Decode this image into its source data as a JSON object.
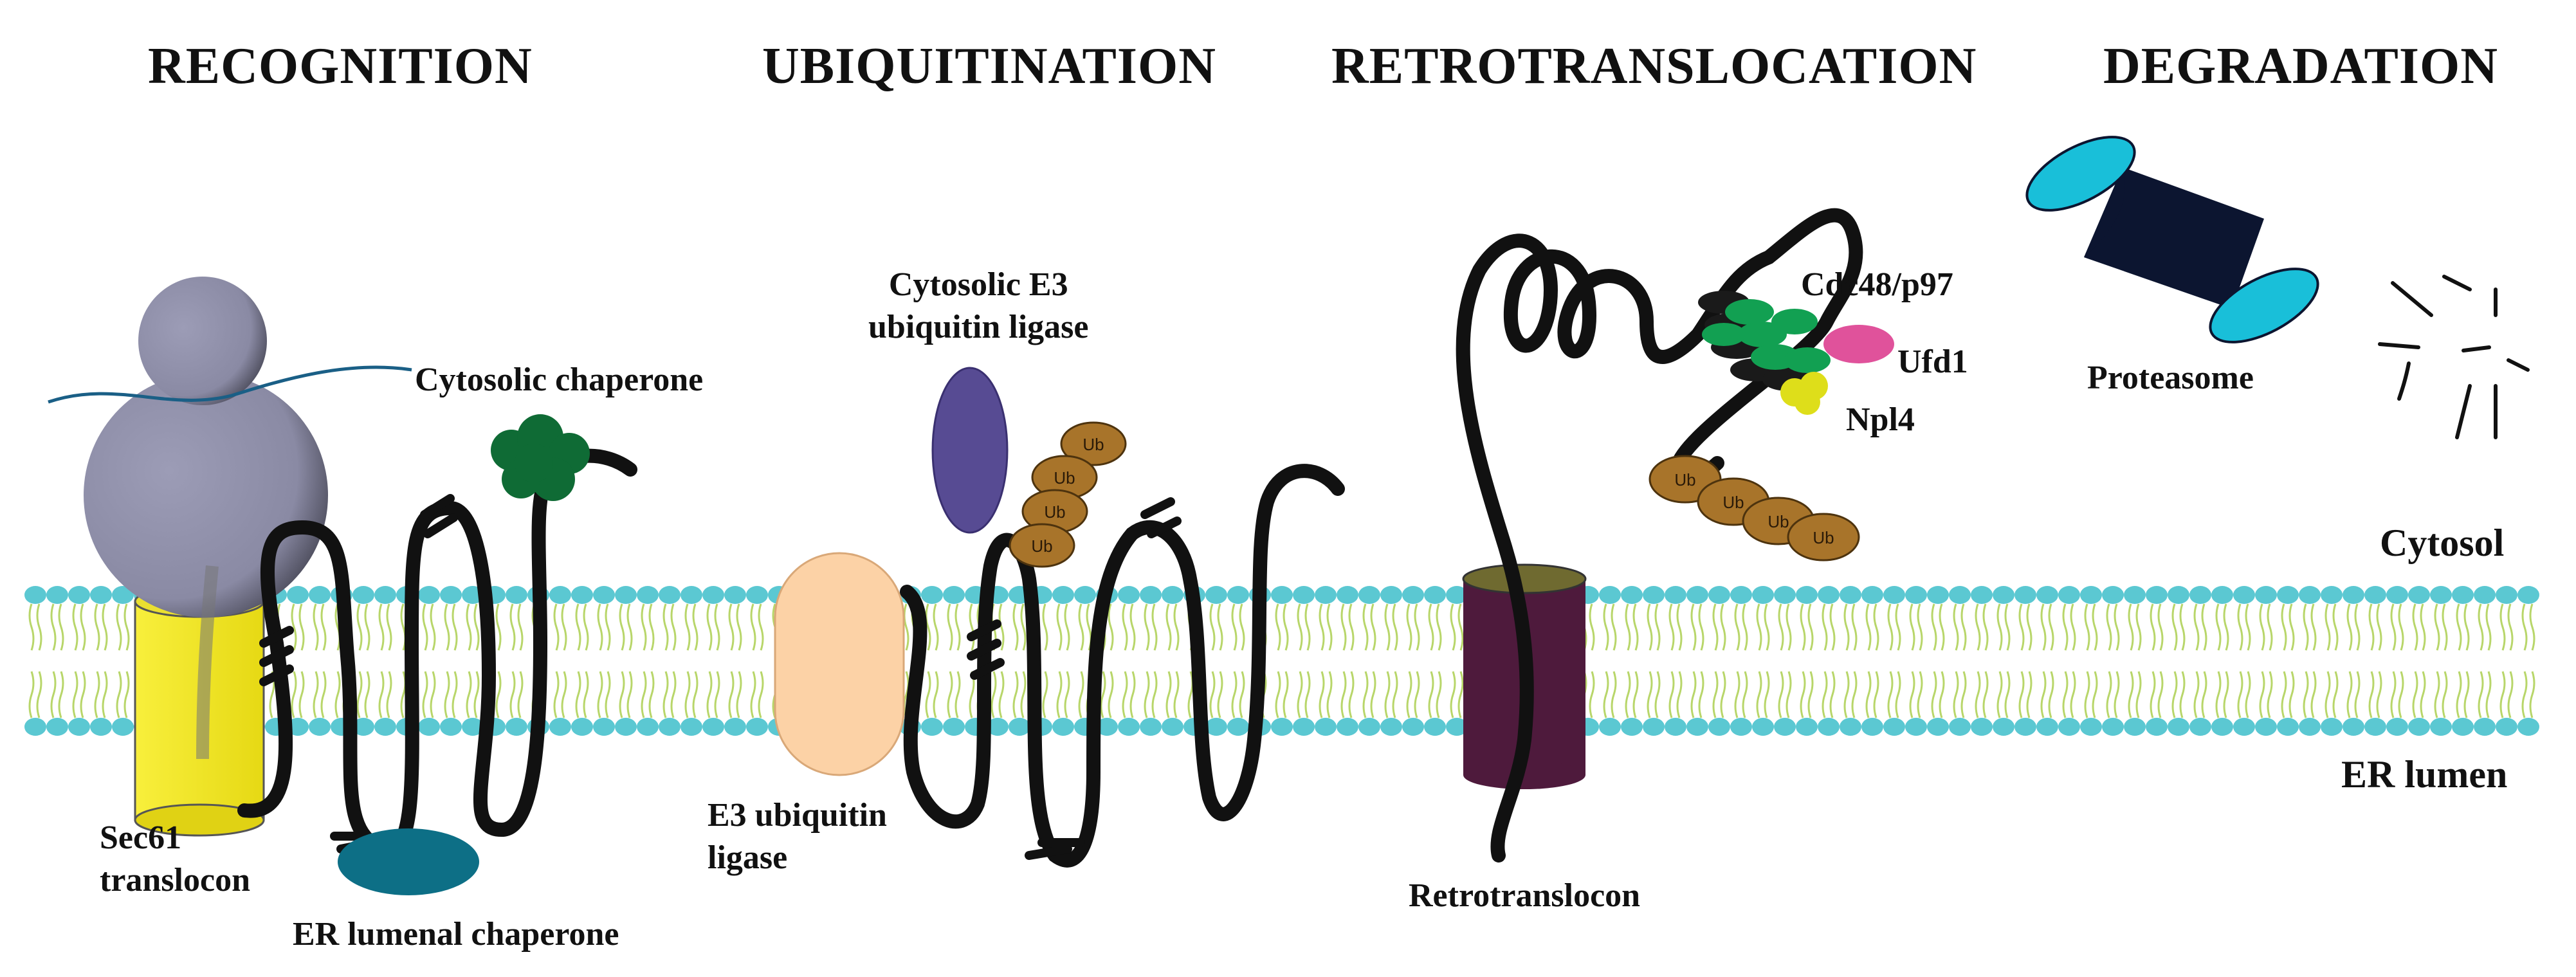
{
  "stages": {
    "recognition": "RECOGNITION",
    "ubiquitination": "UBIQUITINATION",
    "retrotranslocation": "RETROTRANSLOCATION",
    "degradation": "DEGRADATION"
  },
  "labels": {
    "cytosolic_chaperone": "Cytosolic chaperone",
    "sec61_line1": "Sec61",
    "sec61_line2": "translocon",
    "er_lumenal_chaperone": "ER lumenal chaperone",
    "cytosolic_e3_line1": "Cytosolic E3",
    "cytosolic_e3_line2": "ubiquitin ligase",
    "e3_line1": "E3 ubiquitin",
    "e3_line2": "ligase",
    "cdc48": "Cdc48/p97",
    "ufd1": "Ufd1",
    "npl4": "Npl4",
    "retrotranslocon": "Retrotranslocon",
    "proteasome": "Proteasome",
    "cytosol": "Cytosol",
    "er_lumen": "ER lumen",
    "ub": "Ub"
  },
  "colors": {
    "membrane_head": "#5bc8d2",
    "membrane_tail": "#b8d66a",
    "ribosome": "#8e8ea8",
    "sec61": "#f2e61e",
    "cytosolic_chaperone": "#0f6b35",
    "er_chaperone": "#0d6f86",
    "e3_ligase": "#fcd2a6",
    "cytosolic_e3": "#574b93",
    "ubiquitin": "#a8742a",
    "retrotranslocon": "#4e1a3c",
    "cdc48": "#12a052",
    "ufd1": "#e0529b",
    "npl4": "#dede1a",
    "proteasome_core": "#0c1530",
    "proteasome_cap": "#19bfd9",
    "chain": "#111111"
  }
}
